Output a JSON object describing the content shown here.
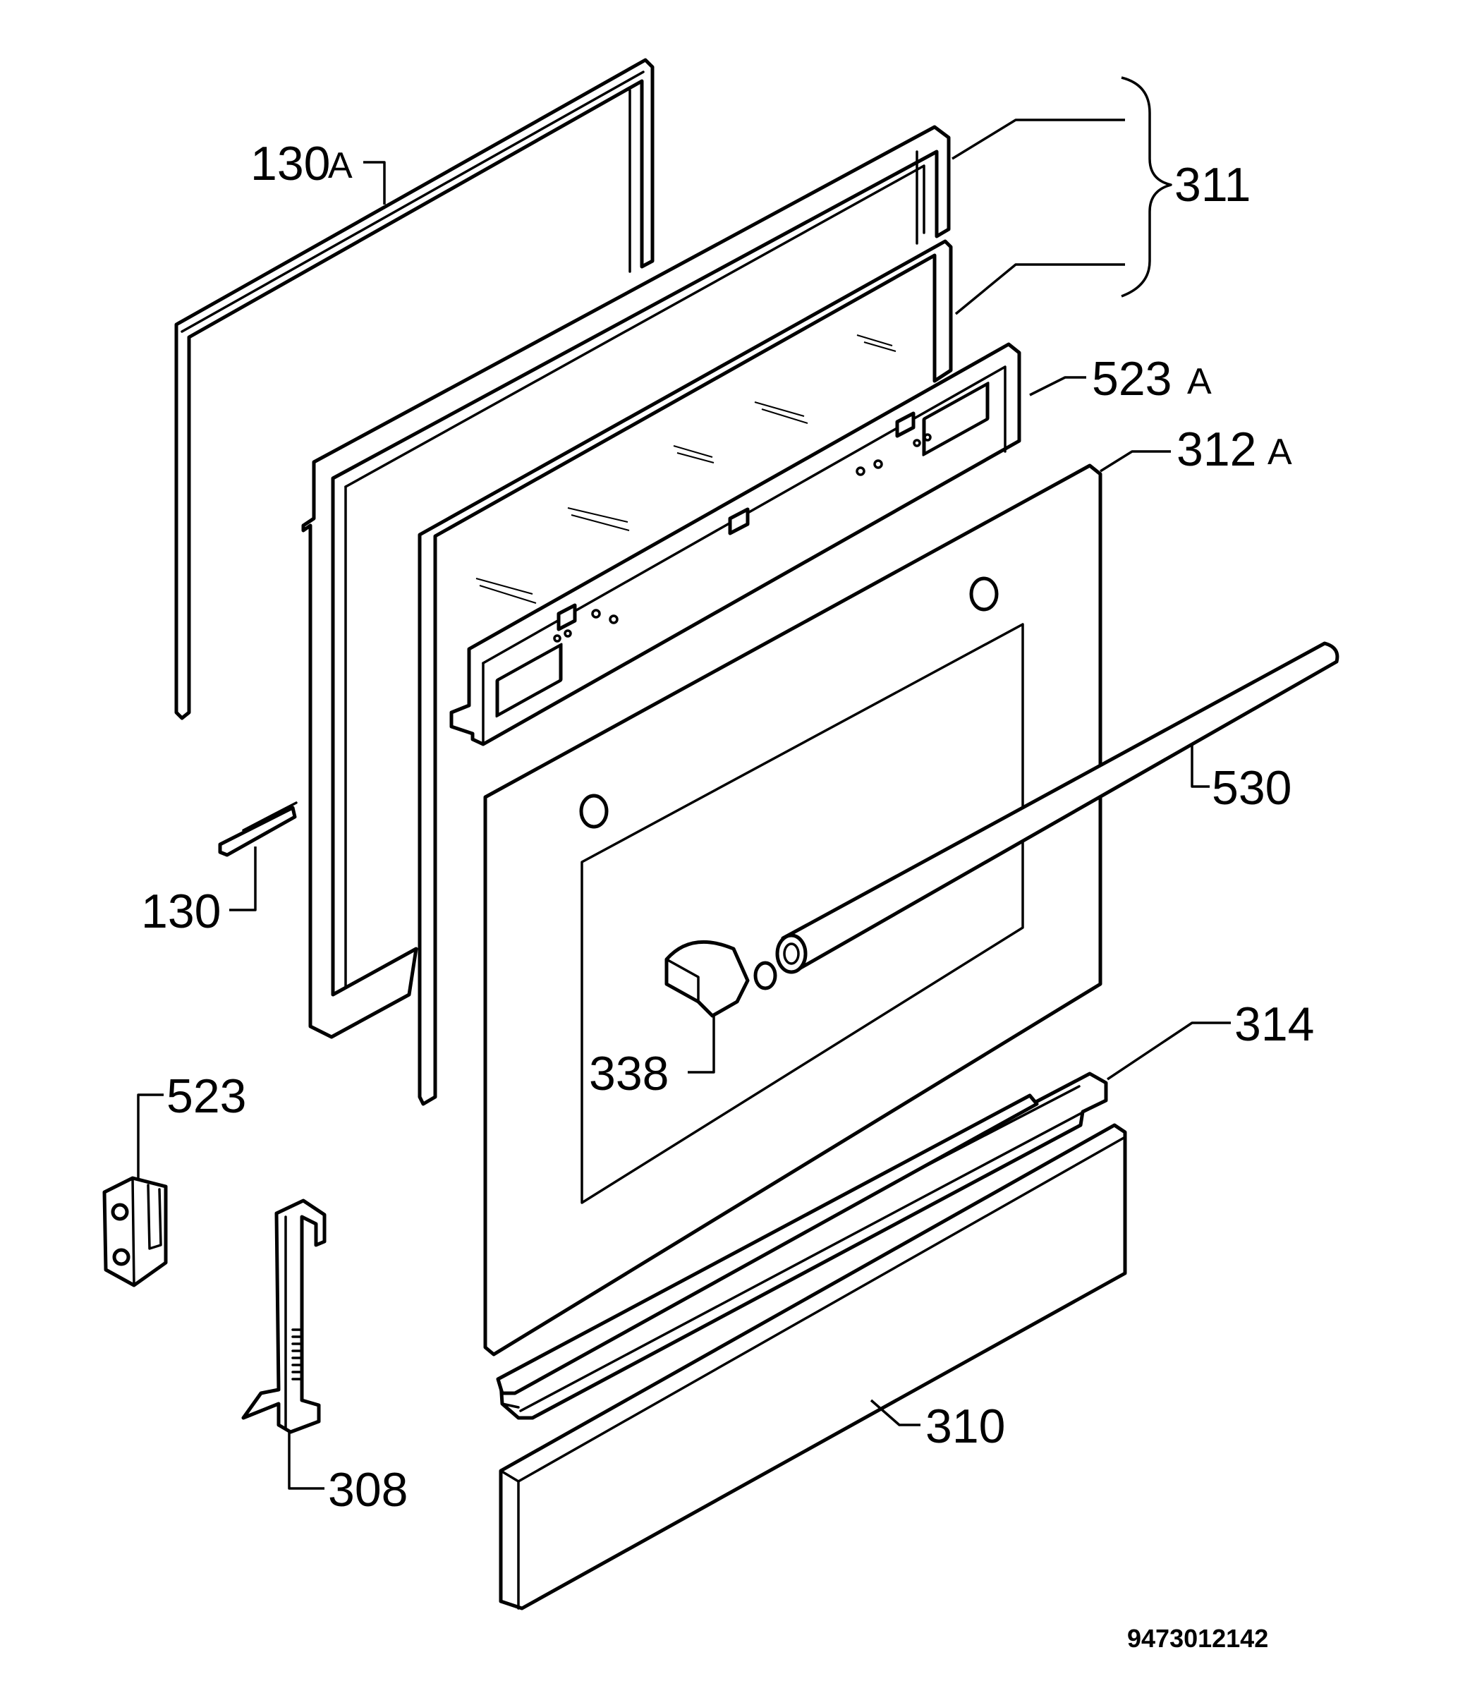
{
  "labels": {
    "p130a": {
      "num": "130",
      "suffix": "A"
    },
    "p311": "311",
    "p523a": {
      "num": "523",
      "suffix": "A"
    },
    "p312a": {
      "num": "312",
      "suffix": "A"
    },
    "p530": "530",
    "p130": "130",
    "p338": "338",
    "p314": "314",
    "p523": "523",
    "p310": "310",
    "p308": "308"
  },
  "drawing_code": "9473012142",
  "colors": {
    "line": "#000000",
    "background": "#ffffff"
  }
}
